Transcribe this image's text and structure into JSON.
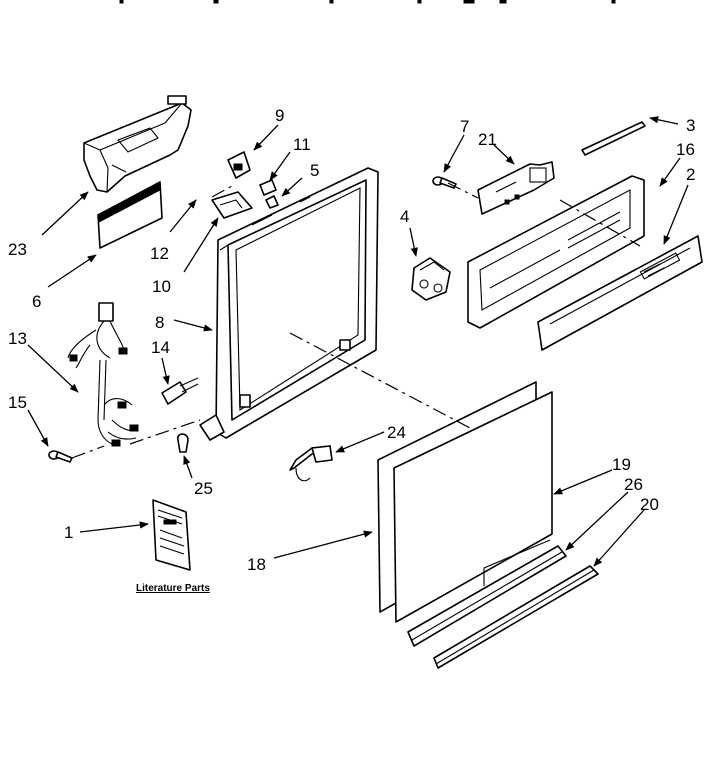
{
  "diagram": {
    "literature_label": "Literature Parts",
    "callouts": {
      "p1": "1",
      "p2": "2",
      "p3": "3",
      "p4": "4",
      "p5": "5",
      "p6": "6",
      "p7": "7",
      "p8": "8",
      "p9": "9",
      "p10": "10",
      "p11": "11",
      "p12": "12",
      "p13": "13",
      "p14": "14",
      "p15": "15",
      "p16": "16",
      "p18": "18",
      "p19": "19",
      "p20": "20",
      "p21": "21",
      "p23": "23",
      "p24": "24",
      "p25": "25",
      "p26": "26"
    }
  }
}
